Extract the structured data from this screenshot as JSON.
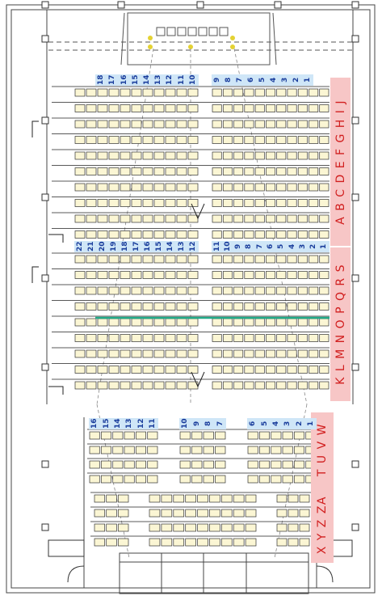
{
  "seating_plan": {
    "section_upper": {
      "rows_label": "A B C D E F G H I J",
      "left_seat_numbers": [
        "18",
        "17",
        "16",
        "15",
        "14",
        "13",
        "12",
        "11",
        "10"
      ],
      "right_seat_numbers": [
        "9",
        "8",
        "7",
        "6",
        "5",
        "4",
        "3",
        "2",
        "1"
      ]
    },
    "section_middle": {
      "rows_label": "K L M N O P Q R S",
      "left_seat_numbers": [
        "22",
        "21",
        "20",
        "19",
        "18",
        "17",
        "16",
        "15",
        "14",
        "13",
        "12"
      ],
      "right_seat_numbers": [
        "11",
        "10",
        "9",
        "8",
        "7",
        "6",
        "5",
        "4",
        "3",
        "2",
        "1"
      ]
    },
    "section_lower": {
      "rows_label": "T U V W",
      "left_seat_numbers": [
        "16",
        "15",
        "14",
        "13",
        "12",
        "11"
      ],
      "center_seat_numbers": [
        "10",
        "9",
        "8",
        "7"
      ],
      "right_seat_numbers": [
        "6",
        "5",
        "4",
        "3",
        "2",
        "1"
      ]
    },
    "section_bottom": {
      "rows_label": "X Y Z ZA"
    },
    "colors": {
      "row_band": "#f7c6c6",
      "row_text": "#d11e1e",
      "number_band": "#cfe6f7",
      "number_text": "#1a3d9c",
      "seat_fill": "#fbf6d4",
      "aisle_line": "#22aa88"
    }
  }
}
